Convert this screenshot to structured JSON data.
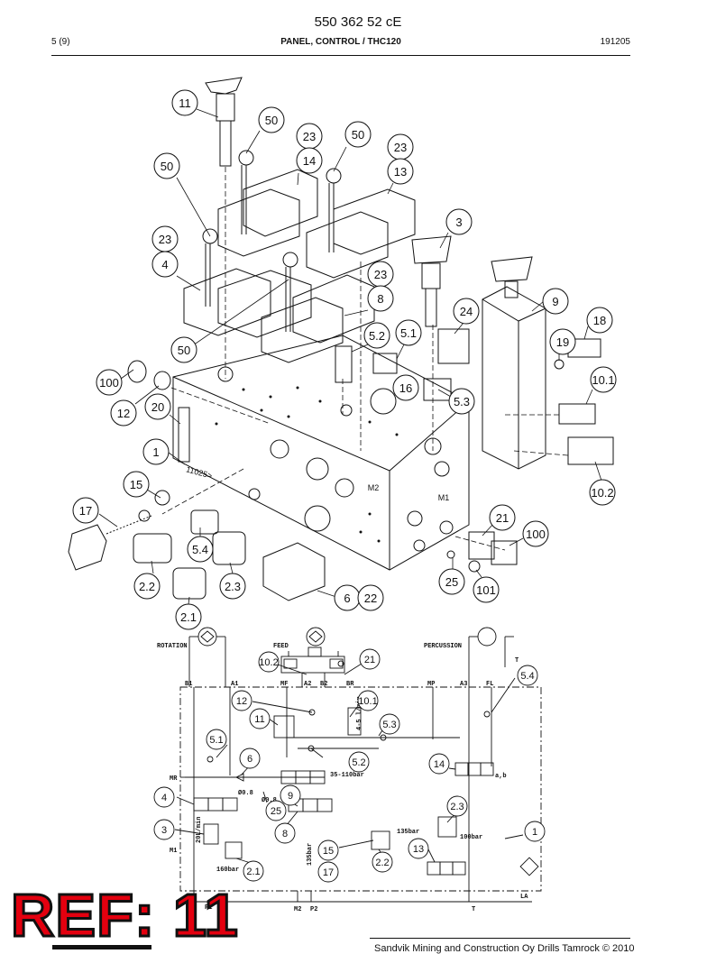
{
  "header": {
    "doc_number": "550 362 52 cE",
    "page": "5 (9)",
    "title": "PANEL, CONTROL / THC120",
    "date": "191205"
  },
  "callouts_upper": [
    "11",
    "50",
    "23",
    "14",
    "50",
    "23",
    "13",
    "50",
    "3",
    "23",
    "4",
    "23",
    "8",
    "9",
    "18",
    "24",
    "5.1",
    "5.2",
    "19",
    "50",
    "100",
    "10.1",
    "16",
    "5.3",
    "12",
    "20",
    "1",
    "10.2",
    "15",
    "17",
    "21",
    "100",
    "5.4",
    "2.2",
    "2.3",
    "25",
    "101",
    "6",
    "22",
    "2.1"
  ],
  "casting_text": [
    "11025>",
    "M2",
    "M1"
  ],
  "schematic": {
    "labels": [
      "ROTATION",
      "FEED",
      "PERCUSSION",
      "B1",
      "A1",
      "MF",
      "A2",
      "B2",
      "BR",
      "MP",
      "A3",
      "FL",
      "T",
      "MR",
      "M1",
      "M2",
      "P1",
      "P2",
      "T",
      "LA",
      "4-5 l/min",
      "35-110bar",
      "Ø0.8",
      "Ø0.8",
      "20L/min",
      "135bar",
      "135bar",
      "100bar",
      "160bar",
      "a,b"
    ],
    "callouts": [
      "10.2",
      "21",
      "12",
      "10.1",
      "11",
      "5.3",
      "5.4",
      "5.1",
      "6",
      "5.2",
      "14",
      "4",
      "9",
      "25",
      "2.3",
      "8",
      "3",
      "1",
      "15",
      "13",
      "2.2",
      "17",
      "2.1"
    ]
  },
  "ref_mark": "REF: 11",
  "footer": "Sandvik Mining and Construction Oy Drills Tamrock © 2010"
}
